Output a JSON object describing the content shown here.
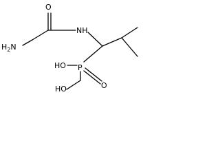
{
  "molecule": {
    "labels": {
      "amine": "H2N",
      "carbonyl_oxygen": "O",
      "amide_nh": "NH",
      "phosphorus": "P",
      "hydroxyl_upper": "HO",
      "hydroxyl_lower": "HO",
      "phosphoryl_oxygen": "O"
    }
  }
}
